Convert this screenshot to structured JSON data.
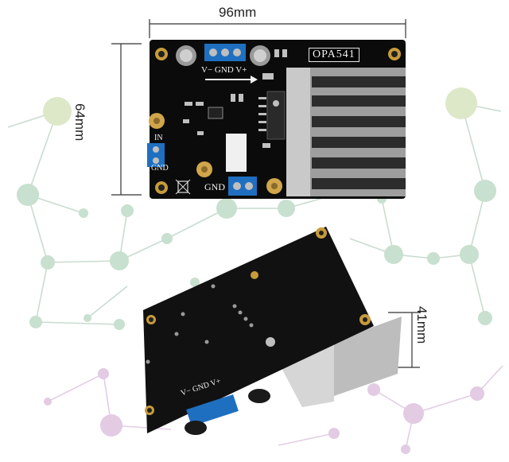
{
  "dimensions": {
    "width_label": "96mm",
    "height_label": "64mm",
    "heatsink_height_label": "41mm"
  },
  "board_top": {
    "chip_label": "OPA541",
    "power_pins_label": "V− GND V+",
    "input_label": "IN",
    "input_gnd_label": "GND",
    "output_gnd_label": "GND"
  },
  "board_bottom": {
    "power_pins_label": "V− GND V+"
  },
  "colors": {
    "pcb": "#0b0b0b",
    "terminal_blue": "#1f6fc0",
    "heatsink": "#b9b9b9",
    "network_green": "#bcd9c4",
    "network_purple": "#dcc3df"
  }
}
